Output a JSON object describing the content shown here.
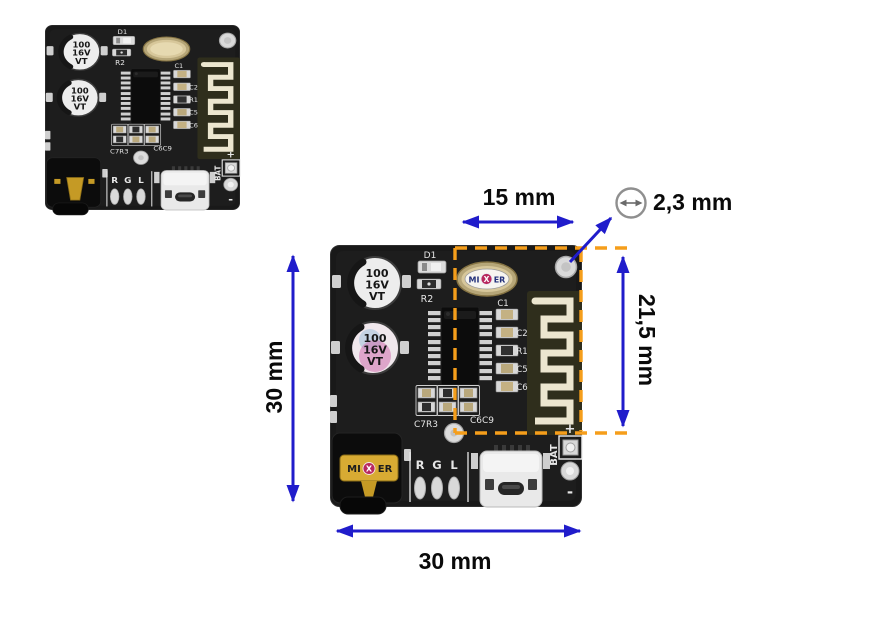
{
  "scene": {
    "background": "#ffffff",
    "accent_blue": "#201CCB",
    "accent_orange": "#F59E1B",
    "callout_gray": "#6a6a6a"
  },
  "annotations": {
    "board_width": "30 mm",
    "board_height": "30 mm",
    "module_width": "15 mm",
    "module_height": "21,5 mm",
    "hole_diameter": "2,3 mm"
  },
  "board": {
    "capacitor": {
      "line1": "100",
      "line2": "16V",
      "line3": "VT"
    },
    "silkscreen": {
      "d1": "D1",
      "r2": "R2",
      "c1": "C1",
      "c2": "C2",
      "r1": "R1",
      "c5": "C5",
      "c6": "C6",
      "c7r3": "C7R3",
      "c6c9": "C6C9",
      "r": "R",
      "g": "G",
      "l": "L",
      "bat": "BAT",
      "plus": "+",
      "minus": "-"
    },
    "brand": {
      "prefix": "MI",
      "badge": "X",
      "suffix": "ER"
    }
  }
}
